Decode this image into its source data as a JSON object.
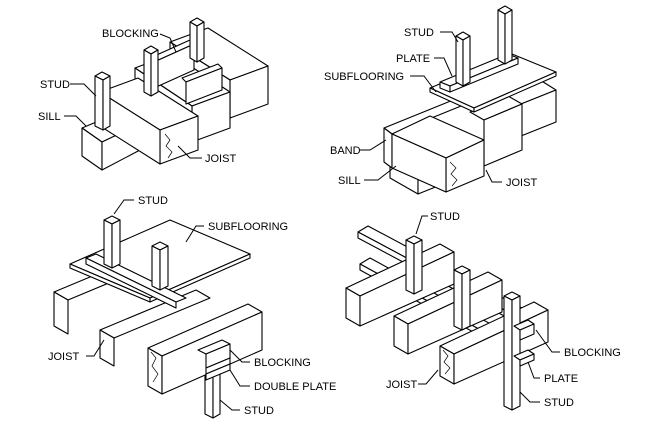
{
  "diagrams": [
    {
      "labels": {
        "blocking": "BLOCKING",
        "stud": "STUD",
        "sill": "SILL",
        "joist": "JOIST"
      }
    },
    {
      "labels": {
        "stud": "STUD",
        "plate": "PLATE",
        "subflooring": "SUBFLOORING",
        "band": "BAND",
        "sill": "SILL",
        "joist": "JOIST"
      }
    },
    {
      "labels": {
        "stud_top": "STUD",
        "subflooring": "SUBFLOORING",
        "joist": "JOIST",
        "blocking": "BLOCKING",
        "double_plate": "DOUBLE PLATE",
        "stud_bottom": "STUD"
      }
    },
    {
      "labels": {
        "stud_top": "STUD",
        "blocking": "BLOCKING",
        "joist": "JOIST",
        "plate": "PLATE",
        "stud_bottom": "STUD"
      }
    }
  ]
}
